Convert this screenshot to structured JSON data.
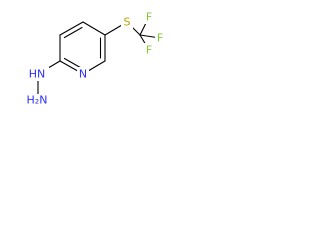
{
  "molecule": {
    "atom_labels": {
      "s": "S",
      "n_ring": "N",
      "hn": "HN",
      "h2n": "H₂N",
      "f1": "F",
      "f2": "F",
      "f3": "F"
    },
    "colors": {
      "bond": "#000000",
      "sulfur": "#b8a100",
      "nitrogen": "#2e2eff",
      "fluorine": "#7fcc33",
      "background": "#ffffff"
    }
  }
}
